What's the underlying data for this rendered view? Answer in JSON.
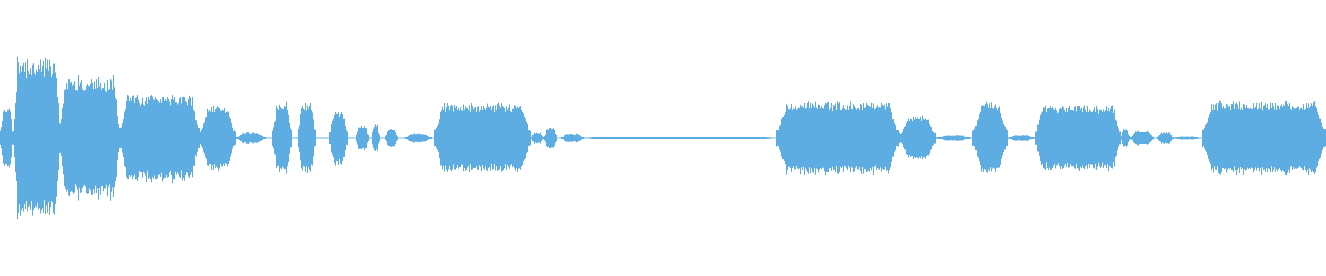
{
  "waveform": {
    "color": "#5dade2",
    "background": "#ffffff",
    "duration_fraction_start": 0,
    "duration_fraction_end": 1,
    "segments": [
      {
        "start": 0.0,
        "end": 0.01,
        "peak": 0.35
      },
      {
        "start": 0.01,
        "end": 0.045,
        "peak": 0.88
      },
      {
        "start": 0.045,
        "end": 0.09,
        "peak": 0.68
      },
      {
        "start": 0.09,
        "end": 0.15,
        "peak": 0.48
      },
      {
        "start": 0.15,
        "end": 0.178,
        "peak": 0.36
      },
      {
        "start": 0.178,
        "end": 0.2,
        "peak": 0.06
      },
      {
        "start": 0.205,
        "end": 0.22,
        "peak": 0.4
      },
      {
        "start": 0.224,
        "end": 0.238,
        "peak": 0.4
      },
      {
        "start": 0.248,
        "end": 0.262,
        "peak": 0.3
      },
      {
        "start": 0.268,
        "end": 0.278,
        "peak": 0.14
      },
      {
        "start": 0.28,
        "end": 0.286,
        "peak": 0.16
      },
      {
        "start": 0.29,
        "end": 0.3,
        "peak": 0.1
      },
      {
        "start": 0.305,
        "end": 0.325,
        "peak": 0.05
      },
      {
        "start": 0.327,
        "end": 0.4,
        "peak": 0.38
      },
      {
        "start": 0.4,
        "end": 0.41,
        "peak": 0.06
      },
      {
        "start": 0.41,
        "end": 0.42,
        "peak": 0.12
      },
      {
        "start": 0.423,
        "end": 0.44,
        "peak": 0.05
      },
      {
        "start": 0.44,
        "end": 0.585,
        "peak": 0.015
      },
      {
        "start": 0.585,
        "end": 0.678,
        "peak": 0.4
      },
      {
        "start": 0.678,
        "end": 0.706,
        "peak": 0.24
      },
      {
        "start": 0.706,
        "end": 0.732,
        "peak": 0.03
      },
      {
        "start": 0.733,
        "end": 0.76,
        "peak": 0.4
      },
      {
        "start": 0.76,
        "end": 0.78,
        "peak": 0.03
      },
      {
        "start": 0.78,
        "end": 0.845,
        "peak": 0.36
      },
      {
        "start": 0.845,
        "end": 0.852,
        "peak": 0.1
      },
      {
        "start": 0.852,
        "end": 0.87,
        "peak": 0.08
      },
      {
        "start": 0.872,
        "end": 0.885,
        "peak": 0.06
      },
      {
        "start": 0.885,
        "end": 0.905,
        "peak": 0.02
      },
      {
        "start": 0.906,
        "end": 1.0,
        "peak": 0.4
      }
    ]
  }
}
